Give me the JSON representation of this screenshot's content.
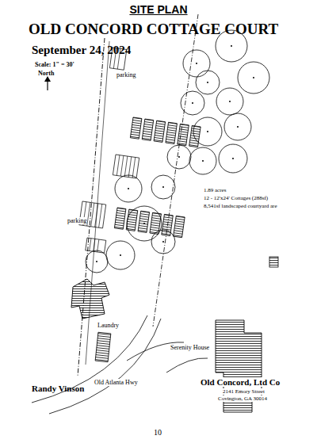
{
  "diagram": {
    "title": "SITE PLAN",
    "labels": [
      "OLD CONCORD COTTAGE COURT",
      "September 24, 2024",
      "Scale: 1\" = 30'",
      "North",
      "parking",
      "1.89 acres",
      "12 - 12'x24' Cottages (288sf)",
      "8,541sf landscaped courtyard are",
      "parking",
      "Laundry",
      "Serenity House",
      "Old Atlanta Hwy",
      "Old Concord, Ltd Co",
      "2141 Emory Street",
      "Covington, GA 30014",
      "Randy Vinson",
      "10"
    ]
  }
}
